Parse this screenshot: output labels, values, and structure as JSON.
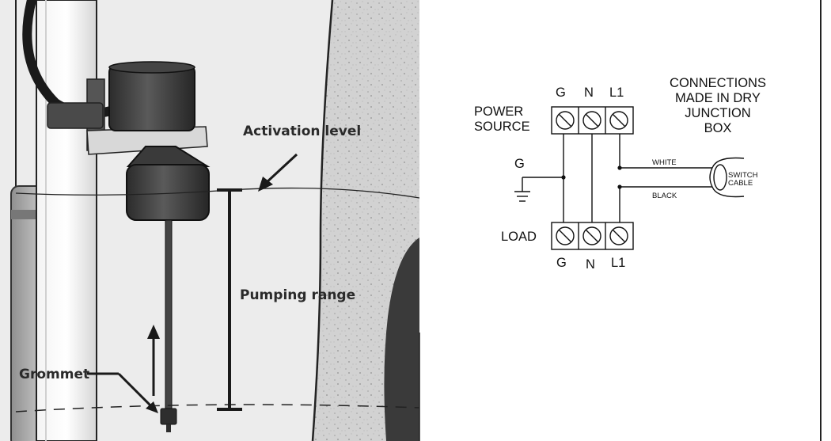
{
  "illustration": {
    "labels": {
      "activation_level": "Activation level",
      "pumping_range": "Pumping range",
      "grommet": "Grommet"
    }
  },
  "wiring": {
    "power_source": [
      "POWER",
      "SOURCE"
    ],
    "load": "LOAD",
    "top_terminals": [
      "G",
      "N",
      "L1"
    ],
    "bottom_terminals": [
      "G",
      "N",
      "L1"
    ],
    "ground_label": "G",
    "connections_note": [
      "CONNECTIONS",
      "MADE IN DRY",
      "JUNCTION",
      "BOX"
    ],
    "wire_white": "WHITE",
    "wire_black": "BLACK",
    "switch_cable": [
      "SWITCH",
      "CABLE"
    ]
  },
  "colors": {
    "ink": "#111111",
    "float_body": "#3c3c3c",
    "basin_wall": "#e9e9e9",
    "concrete": "#cfcfcf"
  }
}
